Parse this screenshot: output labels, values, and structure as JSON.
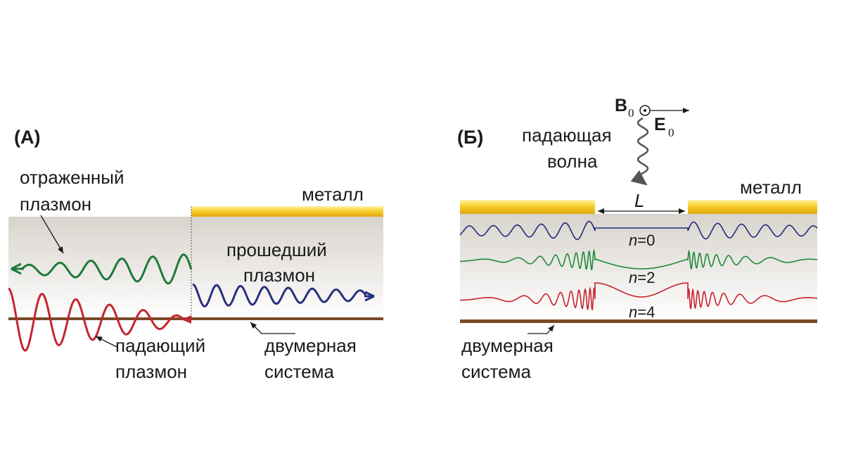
{
  "panel_a": {
    "label": "(А)",
    "metal": "металл",
    "reflected": [
      "отраженный",
      "плазмон"
    ],
    "transmitted": [
      "прошедший",
      "плазмон"
    ],
    "incident": [
      "падающий",
      "плазмон"
    ],
    "two_d": [
      "двумерная",
      "система"
    ]
  },
  "panel_b": {
    "label": "(Б)",
    "metal": "металл",
    "incident_wave": [
      "падающая",
      "волна"
    ],
    "field_b": "B",
    "field_b_sub": "0",
    "field_e": "E",
    "field_e_sub": "0",
    "gap": "L",
    "modes": [
      {
        "n": "n",
        "eq": "=0",
        "color": "#1f2c7c"
      },
      {
        "n": "n",
        "eq": "=2",
        "color": "#1e8a3a"
      },
      {
        "n": "n",
        "eq": "=4",
        "color": "#c8232c"
      }
    ],
    "two_d": [
      "двумерная",
      "система"
    ]
  },
  "colors": {
    "green": "#1e7a3a",
    "red": "#c42530",
    "blue": "#27307f",
    "metal": "#f2c21c",
    "substrate": "#7a4a26"
  }
}
